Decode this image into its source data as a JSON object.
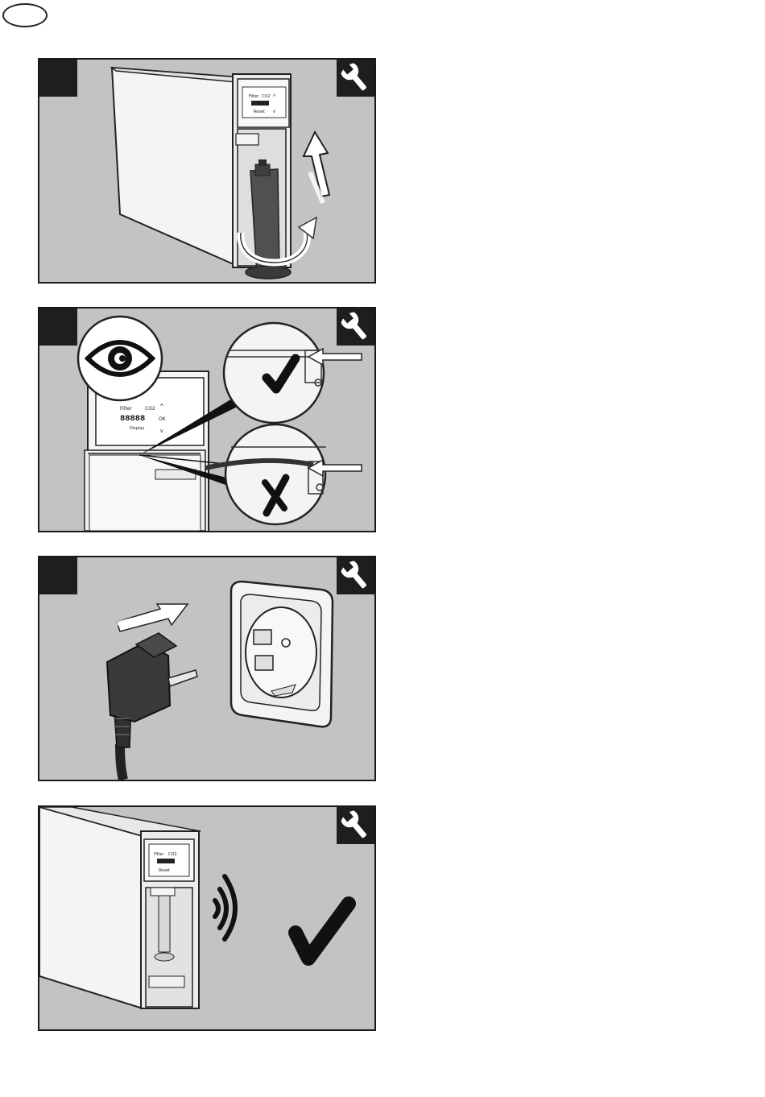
{
  "page": {
    "language_badge": ""
  },
  "panels": [
    {
      "id": "remove-filter",
      "step_number": "",
      "icons": [
        "wrench-icon",
        "rotate-arrow-icon",
        "up-arrow-icon"
      ],
      "display": {
        "labels": [
          "Filter",
          "CO2",
          "Reset"
        ]
      }
    },
    {
      "id": "check-drip-tray",
      "step_number": "",
      "icons": [
        "wrench-icon",
        "eye-icon",
        "check-mark-icon",
        "cross-mark-icon",
        "arrow-left-icon"
      ],
      "display": {
        "labels": [
          "Filter",
          "CO2",
          "OK",
          "Display",
          "88888"
        ]
      }
    },
    {
      "id": "plug-in",
      "step_number": "",
      "icons": [
        "wrench-icon",
        "plug-icon",
        "socket-icon",
        "arrow-right-icon"
      ]
    },
    {
      "id": "confirm-signal",
      "step_number": "",
      "icons": [
        "wrench-icon",
        "sound-waves-icon",
        "check-mark-icon"
      ],
      "display": {
        "labels": [
          "Filter",
          "CO2",
          "Reset"
        ]
      }
    }
  ],
  "colors": {
    "panel_background": "#c3c3c3",
    "dark": "#1e1e1e",
    "device_white": "#f4f4f4"
  }
}
